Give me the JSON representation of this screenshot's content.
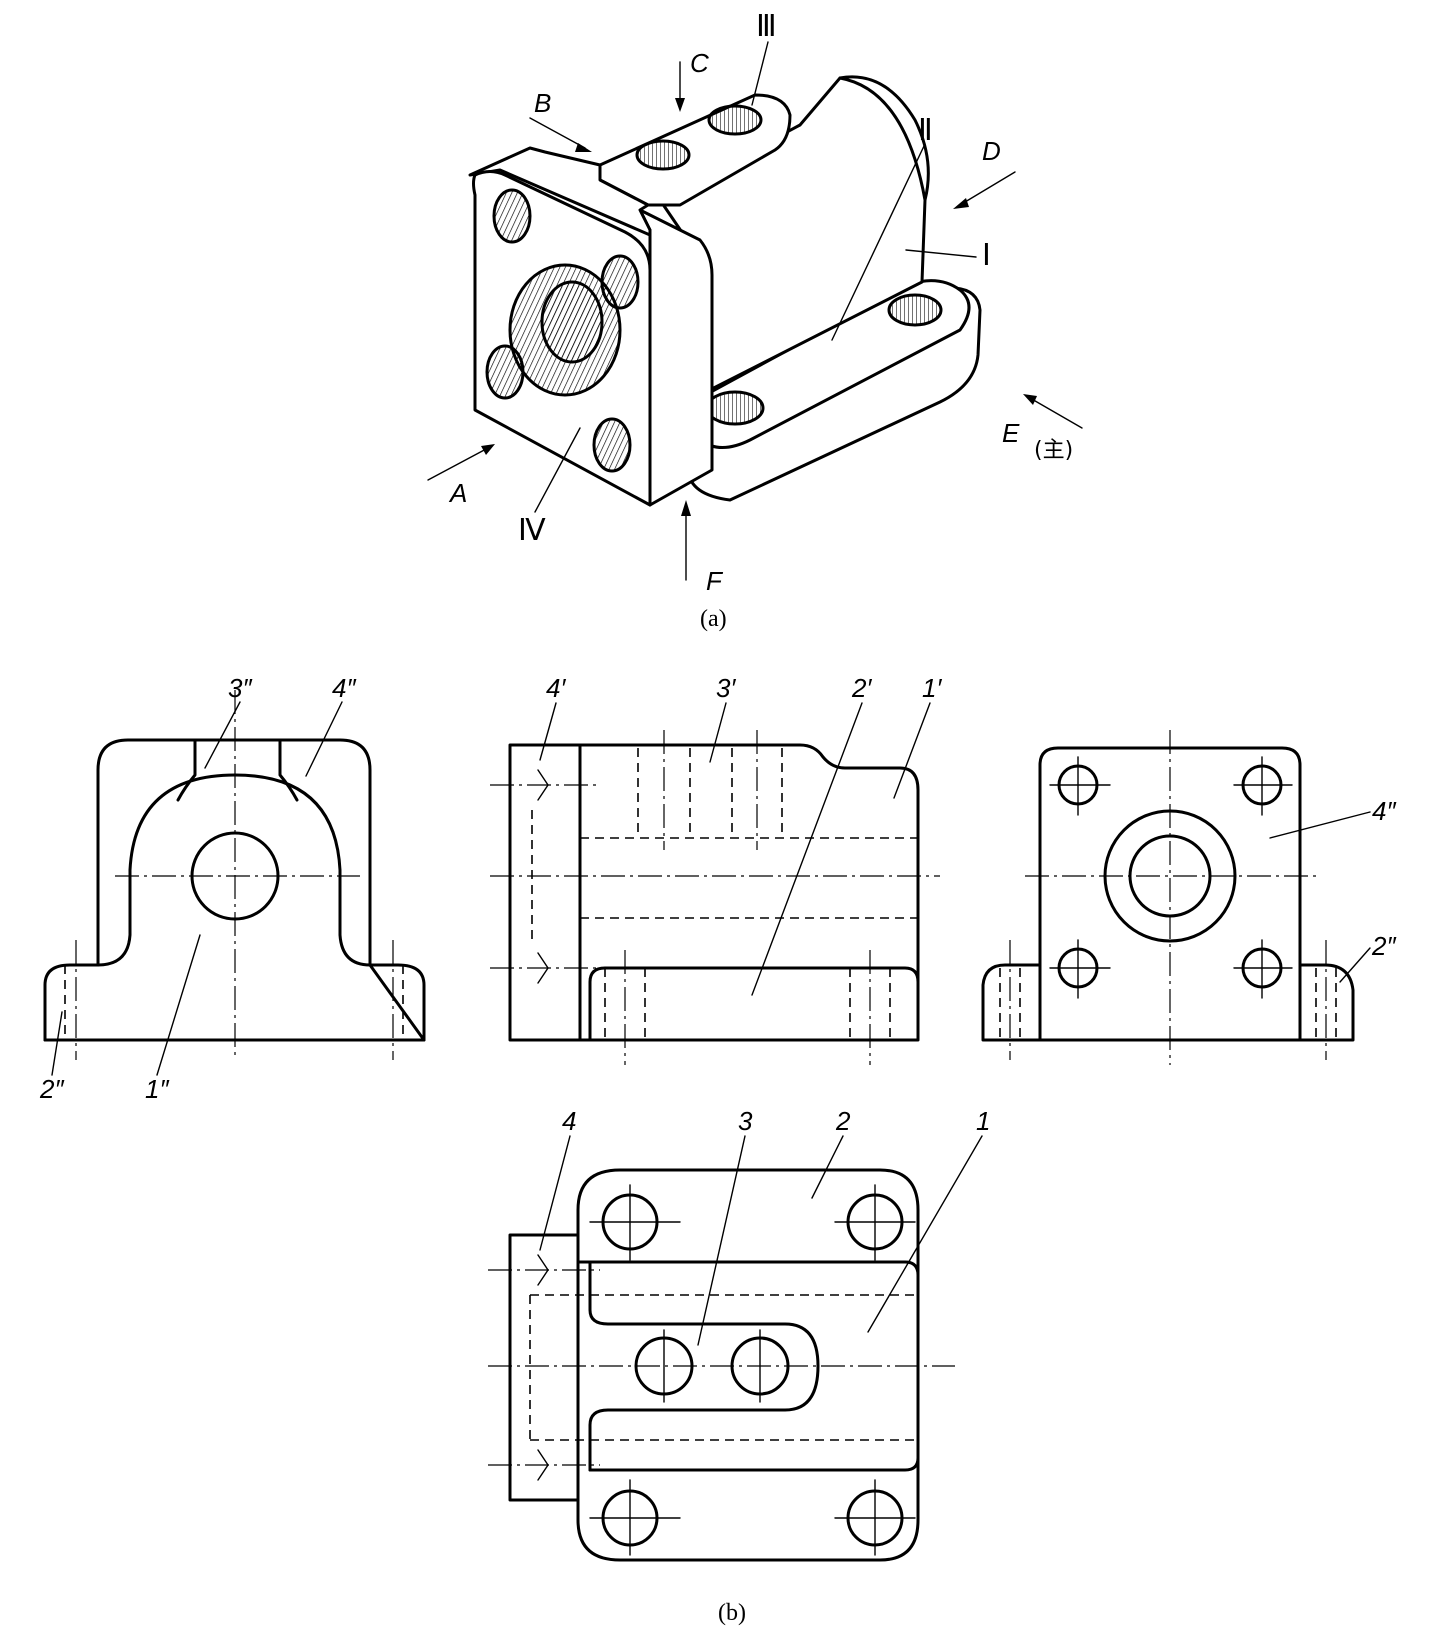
{
  "figure_a": {
    "caption": "(a)",
    "view_arrows": {
      "a": "A",
      "b": "B",
      "c": "C",
      "d": "D",
      "e": "E",
      "e_note": "(主)",
      "f": "F"
    },
    "surfaces": {
      "i": "Ⅰ",
      "ii": "Ⅱ",
      "iii": "Ⅲ",
      "iv": "Ⅳ"
    }
  },
  "figure_b": {
    "caption": "(b)",
    "left_view": {
      "l1": "1″",
      "l2": "2″",
      "l3": "3″",
      "l4": "4″"
    },
    "front_view": {
      "l1": "1′",
      "l2": "2′",
      "l3": "3′",
      "l4": "4′"
    },
    "right_view": {
      "l2": "2″",
      "l4": "4″"
    },
    "top_view": {
      "l1": "1",
      "l2": "2",
      "l3": "3",
      "l4": "4"
    }
  }
}
